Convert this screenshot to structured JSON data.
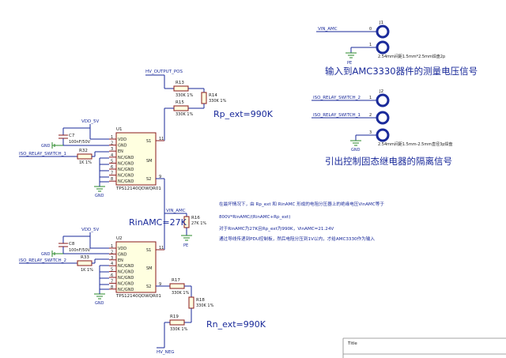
{
  "nets": {
    "vin_amc_top": "VIN_AMC",
    "iso_relay_switch_2_top": "ISO_RELAY_SWITCH_2",
    "iso_relay_switch_1_top": "ISO_RELAY_SWITCH_1",
    "hv_output_pos": "HV_OUTPUT_POS",
    "vdd_5v_1": "VDD_5V",
    "vdd_5v_2": "VDD_5V",
    "gnd_1": "GND",
    "gnd_2": "GND",
    "gnd_3": "GND",
    "gnd_4": "GND",
    "gnd_5": "GND",
    "iso_relay_switch_1": "ISO_RELAY_SWITCH_1",
    "iso_relay_switch_2": "ISO_RELAY_SWITCH_2",
    "vin_amc_mid": "VIN_AMC",
    "pe_top": "PE",
    "pe_mid": "PE",
    "hv_neg": "HV_NEG"
  },
  "connectors": {
    "j1": {
      "ref": "J1",
      "pin0": "0",
      "pin1": "1",
      "desc": "2.54mm间距1.5mm*2.5mm焊盘2p"
    },
    "j2": {
      "ref": "J2",
      "pin1": "1",
      "pin2": "2",
      "pin3": "3",
      "desc": "2.54mm间距1.5mm-2.5mm直径3p焊盘"
    }
  },
  "headings": {
    "measure_voltage": "输入到AMC3330器件的测量电压信号",
    "relay_signal": "引出控制固态继电器的隔离信号"
  },
  "ics": {
    "u1": {
      "ref": "U1",
      "part": "TPS12140QDWQR01",
      "pins_left": [
        "VDD",
        "GND",
        "EN",
        "NC/GND",
        "NC/GND",
        "NC/GND",
        "NC/GND",
        "NC/GND"
      ],
      "pins_right": [
        "S1",
        "SM",
        "S2"
      ],
      "num_left": [
        "1",
        "2",
        "3",
        "4",
        "5",
        "6",
        "7",
        "8"
      ],
      "num_right": [
        "11",
        "",
        "9"
      ]
    },
    "u2": {
      "ref": "U2",
      "part": "TPS12140QDWQR01",
      "pins_left": [
        "VDD",
        "GND",
        "EN",
        "NC/GND",
        "NC/GND",
        "NC/GND",
        "NC/GND",
        "NC/GND"
      ],
      "pins_right": [
        "S1",
        "SM",
        "S2"
      ],
      "num_left": [
        "1",
        "2",
        "3",
        "4",
        "5",
        "6",
        "7",
        "8"
      ],
      "num_right": [
        "11",
        "",
        "9"
      ]
    }
  },
  "passives": {
    "c7": {
      "ref": "C7",
      "value": "100nF/50V"
    },
    "c8": {
      "ref": "C8",
      "value": "100nF/50V"
    },
    "r32": {
      "ref": "R32",
      "value": "1K 1%"
    },
    "r33": {
      "ref": "R33",
      "value": "1K 1%"
    },
    "r13": {
      "ref": "R13",
      "value": "330K 1%"
    },
    "r14": {
      "ref": "R14",
      "value": "330K 1%"
    },
    "r15": {
      "ref": "R15",
      "value": "330K 1%"
    },
    "r16": {
      "ref": "R16",
      "value": "27K 1%"
    },
    "r17": {
      "ref": "R17",
      "value": "330K 1%"
    },
    "r18": {
      "ref": "R18",
      "value": "330K 1%"
    },
    "r19": {
      "ref": "R19",
      "value": "330K 1%"
    }
  },
  "annotations": {
    "rp_ext": "Rp_ext=990K",
    "rin_amc": "RinAMC=27K",
    "rn_ext": "Rn_ext=990K"
  },
  "notes": [
    "在最坏情况下，由 Rp_ext 和 RinAMC 形成的电阻分压器上的绝缘电压VinAMC等于",
    "800V*RinAMC/(RinAMC+Rp_ext)",
    "对于RinAMC为27K且Rp_ext为990K，VinAMC=21.24V",
    "通过导线传递到PDU控制板，然后电阻分压到1V以内，才给AMC3330作为输入"
  ],
  "title_block": {
    "title_label": "Title"
  }
}
